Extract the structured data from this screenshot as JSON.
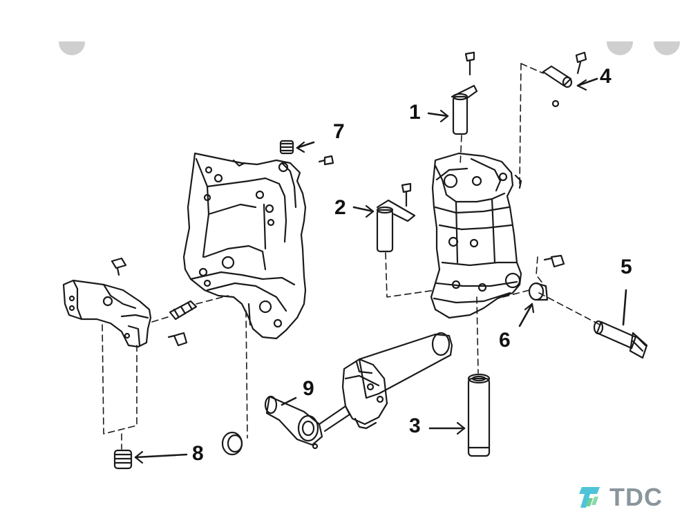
{
  "callouts": [
    {
      "id": "1",
      "label": "1"
    },
    {
      "id": "2",
      "label": "2"
    },
    {
      "id": "3",
      "label": "3"
    },
    {
      "id": "4",
      "label": "4"
    },
    {
      "id": "5",
      "label": "5"
    },
    {
      "id": "6",
      "label": "6"
    },
    {
      "id": "7",
      "label": "7"
    },
    {
      "id": "8",
      "label": "8"
    },
    {
      "id": "9",
      "label": "9"
    }
  ],
  "logo": {
    "text": "TDC",
    "icon": "tdc-logo-icon",
    "colors": {
      "text": "#8a959c",
      "mark_a": "#4fc3d9",
      "mark_b": "#6fcf97"
    }
  },
  "colors": {
    "line": "#1a1a1a",
    "background": "#ffffff"
  }
}
